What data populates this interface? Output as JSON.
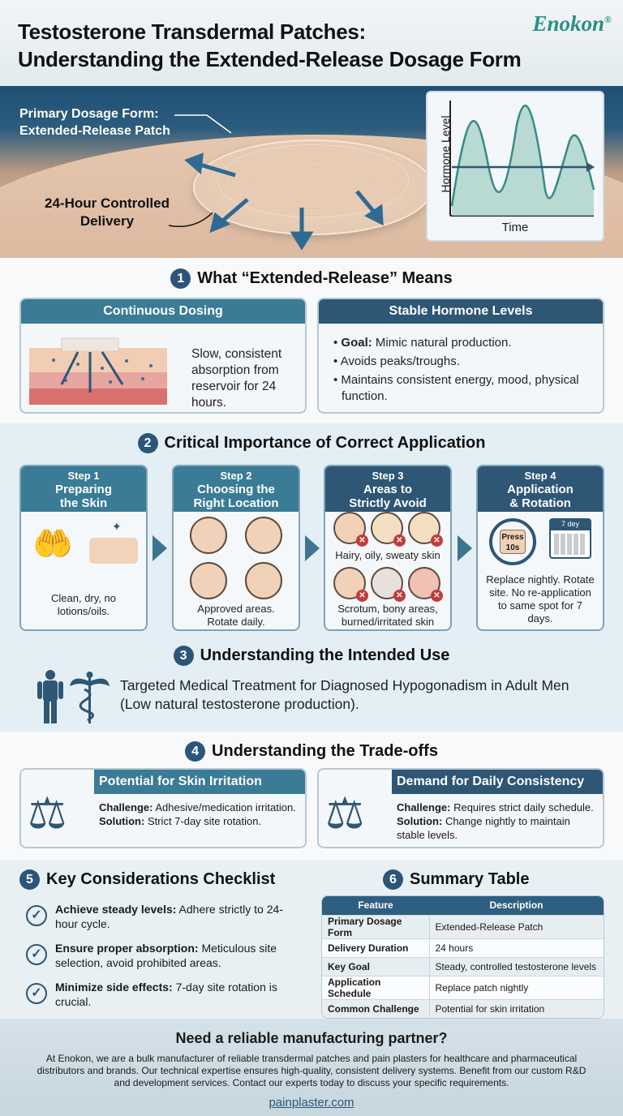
{
  "header": {
    "title_line1": "Testosterone Transdermal Patches:",
    "title_line2": "Understanding the Extended-Release Dosage Form",
    "logo": "Enokon",
    "logo_mark": "®"
  },
  "hero": {
    "label1_line1": "Primary Dosage Form:",
    "label1_line2": "Extended-Release Patch",
    "label2_line1": "24-Hour Controlled",
    "label2_line2": "Delivery",
    "chart_ylabel": "Hormone Level",
    "chart_xlabel": "Time"
  },
  "section1": {
    "number": "1",
    "title": "What “Extended-Release” Means",
    "card1": {
      "title": "Continuous Dosing",
      "text": "Slow, consistent absorption from reservoir for 24 hours."
    },
    "card2": {
      "title": "Stable Hormone Levels",
      "bullets": [
        {
          "bold": "Goal:",
          "text": " Mimic natural production."
        },
        {
          "bold": "",
          "text": "Avoids peaks/troughs."
        },
        {
          "bold": "",
          "text": "Maintains consistent energy, mood, physical function."
        }
      ]
    }
  },
  "section2": {
    "number": "2",
    "title": "Critical Importance of Correct Application",
    "steps": [
      {
        "step": "Step 1",
        "title1": "Preparing",
        "title2": "the Skin",
        "text": "Clean, dry, no lotions/oils."
      },
      {
        "step": "Step 2",
        "title1": "Choosing the",
        "title2": "Right Location",
        "text": "Approved areas. Rotate daily."
      },
      {
        "step": "Step 3",
        "title1": "Areas to",
        "title2": "Strictly Avoid",
        "text1": "Hairy, oily, sweaty skin",
        "text2": "Scrotum, bony areas, burned/irritated skin"
      },
      {
        "step": "Step 4",
        "title1": "Application",
        "title2": "& Rotation",
        "press": "Press",
        "press_time": "10s",
        "calendar": "7 dey",
        "text": "Replace nightly. Rotate site. No re-application to same spot for 7 days."
      }
    ]
  },
  "section3": {
    "number": "3",
    "title": "Understanding the Intended Use",
    "text": "Targeted Medical Treatment for Diagnosed Hypogonadism in Adult Men (Low natural testosterone production)."
  },
  "section4": {
    "number": "4",
    "title": "Understanding the Trade-offs",
    "cards": [
      {
        "title": "Potential for Skin Irritation",
        "challenge_label": "Challenge:",
        "challenge": " Adhesive/medication irritation.",
        "solution_label": "Solution:",
        "solution": " Strict 7-day site rotation."
      },
      {
        "title": "Demand for Daily Consistency",
        "challenge_label": "Challenge:",
        "challenge": " Requires strict daily schedule.",
        "solution_label": "Solution:",
        "solution": " Change nightly to maintain stable levels."
      }
    ]
  },
  "section5": {
    "number": "5",
    "title": "Key Considerations Checklist",
    "items": [
      {
        "bold": "Achieve steady levels:",
        "text": " Adhere strictly to 24-hour cycle."
      },
      {
        "bold": "Ensure proper absorption:",
        "text": " Meticulous site selection, avoid prohibited areas."
      },
      {
        "bold": "Minimize side effects:",
        "text": " 7-day site rotation is crucial."
      }
    ]
  },
  "section6": {
    "number": "6",
    "title": "Summary Table",
    "headers": [
      "Feature",
      "Description"
    ],
    "rows": [
      [
        "Primary Dosage Form",
        "Extended-Release Patch"
      ],
      [
        "Delivery Duration",
        "24 hours"
      ],
      [
        "Key Goal",
        "Steady, controlled testosterone levels"
      ],
      [
        "Application Schedule",
        "Replace patch nightly"
      ],
      [
        "Common Challenge",
        "Potential for skin irritation"
      ]
    ]
  },
  "footer": {
    "title": "Need a reliable manufacturing partner?",
    "text": "At Enokon, we are a bulk manufacturer of reliable transdermal patches and pain plasters for healthcare and pharmaceutical distributors and brands. Our technical expertise ensures high-quality, consistent delivery systems. Benefit from our custom R&D and development services. Contact our experts today to discuss your specific requirements.",
    "link": "painplaster.com"
  },
  "colors": {
    "navy": "#2e5675",
    "teal": "#3a7b96",
    "logo": "#2a8f86",
    "x_mark": "#c73a3a"
  }
}
